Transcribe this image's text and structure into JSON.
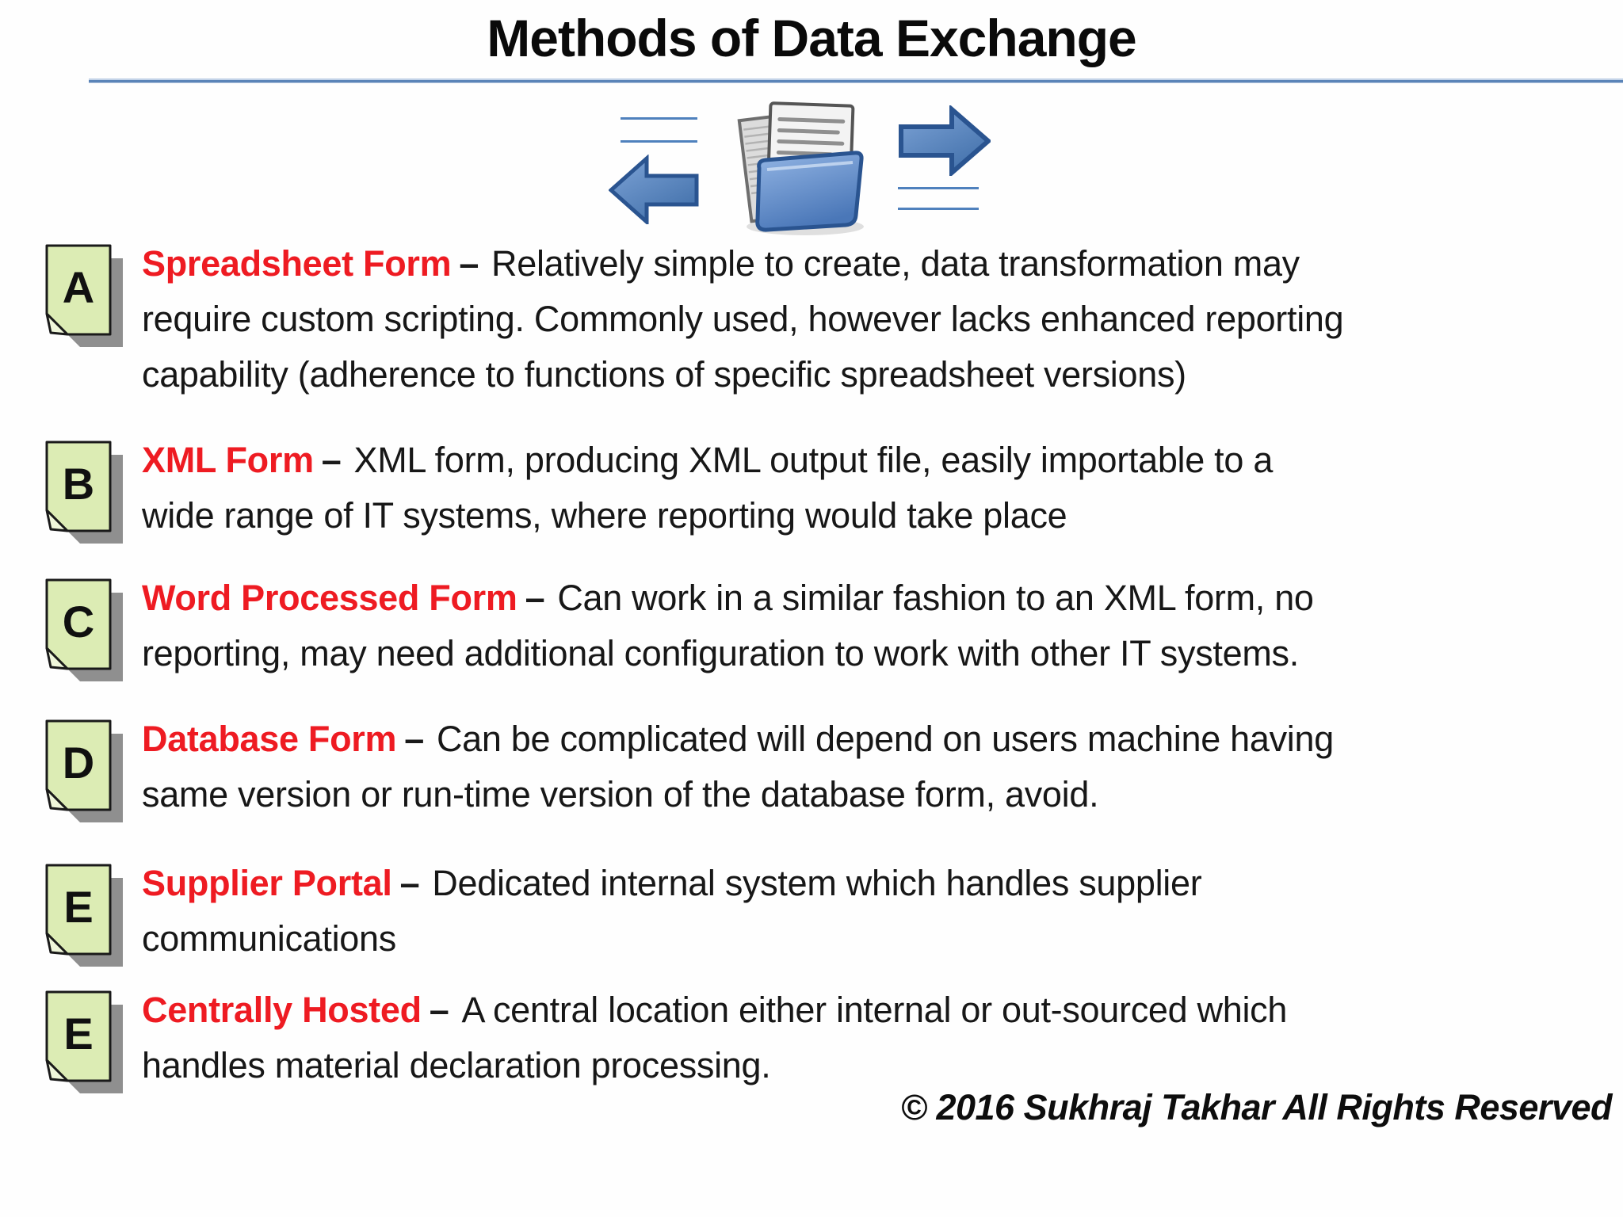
{
  "title": "Methods of Data Exchange",
  "copyright": "© 2016 Sukhraj Takhar All Rights Reserved",
  "items": [
    {
      "badge": "A",
      "label": "Spreadsheet Form",
      "separator": "–",
      "description": "Relatively simple to create, data transformation may\nrequire custom scripting. Commonly used, however lacks enhanced reporting\ncapability  (adherence to functions of specific spreadsheet versions)"
    },
    {
      "badge": "B",
      "label": "XML Form",
      "separator": "–",
      "description": "XML form, producing XML output file, easily importable to a\nwide range of IT systems, where reporting would take place"
    },
    {
      "badge": "C",
      "label": "Word Processed Form",
      "separator": "–",
      "description": "Can work in a similar fashion to an XML form, no\nreporting, may need additional configuration to work with other IT systems."
    },
    {
      "badge": "D",
      "label": "Database Form",
      "separator": "–",
      "description": "Can be complicated will depend on users machine having\nsame version or run-time version of the database form, avoid."
    },
    {
      "badge": "E",
      "label": "Supplier Portal",
      "separator": "–",
      "description": "Dedicated internal system which handles supplier\ncommunications"
    },
    {
      "badge": "E",
      "label": "Centrally Hosted",
      "separator": "–",
      "description": "A central location either internal or out-sourced which\nhandles material declaration processing."
    }
  ],
  "icons": {
    "left_arrow": "left-arrow-icon",
    "right_arrow": "right-arrow-icon",
    "folder": "folder-documents-icon",
    "note_badge": "note-page-icon"
  },
  "colors": {
    "accent_red": "#ee1b22",
    "badge_fill": "#dcecb4",
    "badge_fold": "#eff6da",
    "badge_shadow": "#8f8f8f",
    "arrow_blue": "#4f81bd",
    "arrow_outline": "#2a5490",
    "divider_blue": "#5b84b8",
    "folder_blue": "#4a77b8",
    "text_black": "#161616"
  }
}
